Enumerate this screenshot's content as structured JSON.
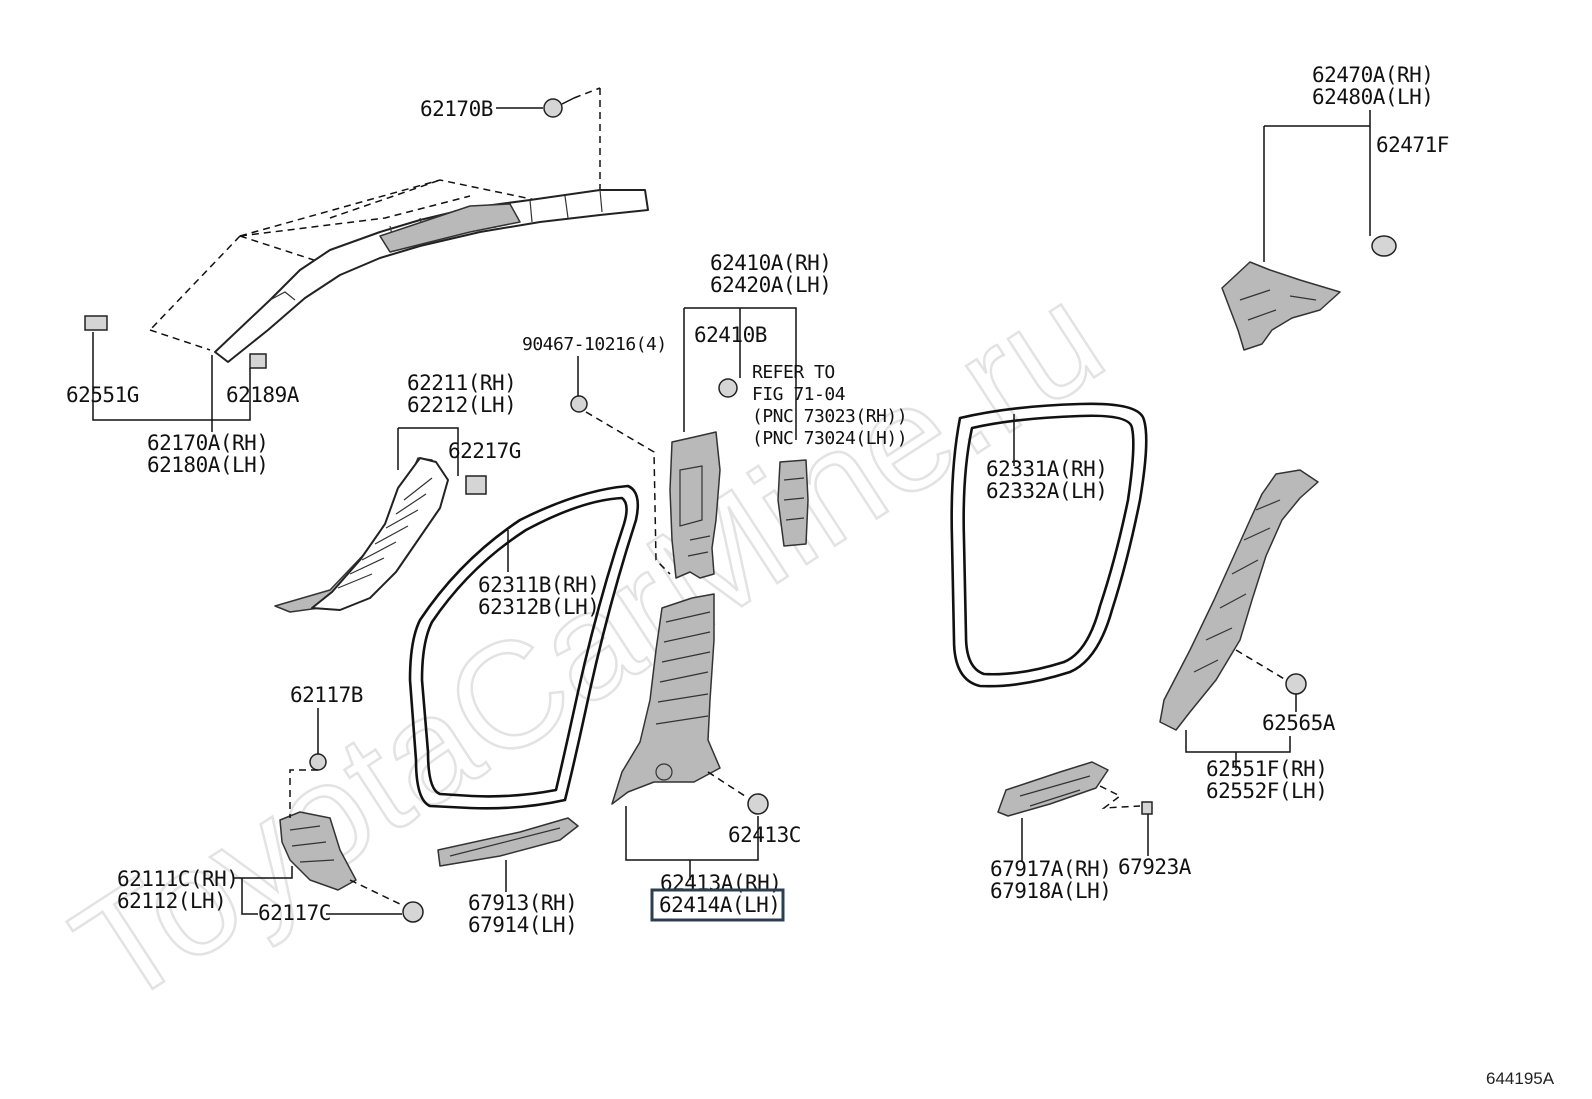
{
  "watermark": "ToyotaCarMine.ru",
  "figure_code": "644195A",
  "highlighted_part": "62414A(LH)",
  "labels": {
    "p62170B": "62170B",
    "p62551G": "62551G",
    "p62189A": "62189A",
    "p62170A": "62170A(RH)",
    "p62180A": "62180A(LH)",
    "p62211": "62211(RH)",
    "p62212": "62212(LH)",
    "p62217G": "62217G",
    "p90467": "90467-10216(4)",
    "p62410A": "62410A(RH)",
    "p62420A": "62420A(LH)",
    "p62410B": "62410B",
    "refer1": "REFER TO",
    "refer2": "FIG 71-04",
    "refer3": "(PNC 73023(RH))",
    "refer4": "(PNC 73024(LH))",
    "p62311B": "62311B(RH)",
    "p62312B": "62312B(LH)",
    "p62117B": "62117B",
    "p62111C": "62111C(RH)",
    "p62112": "62112(LH)",
    "p62117C": "62117C",
    "p67913": "67913(RH)",
    "p67914": "67914(LH)",
    "p62413C": "62413C",
    "p62413A": "62413A(RH)",
    "p62414A": "62414A(LH)",
    "p62470A": "62470A(RH)",
    "p62480A": "62480A(LH)",
    "p62471F": "62471F",
    "p62331A": "62331A(RH)",
    "p62332A": "62332A(LH)",
    "p62565A": "62565A",
    "p62551F": "62551F(RH)",
    "p62552F": "62552F(LH)",
    "p67917A": "67917A(RH)",
    "p67918A": "67918A(LH)",
    "p67923A": "67923A"
  }
}
